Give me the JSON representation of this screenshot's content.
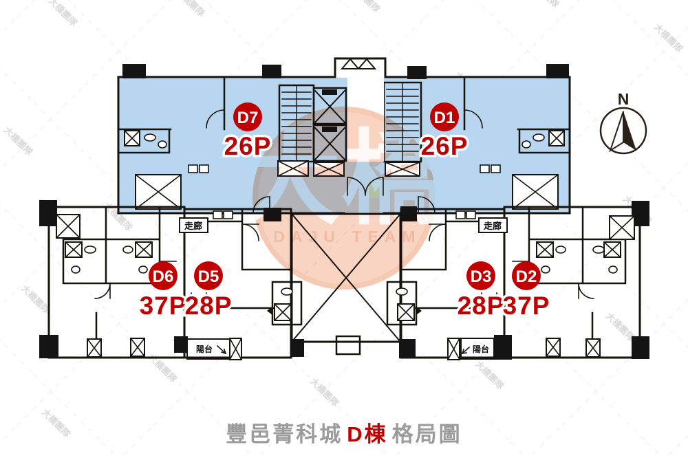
{
  "units": [
    {
      "id": "D7",
      "people": "26P"
    },
    {
      "id": "D1",
      "people": "26P"
    },
    {
      "id": "D6",
      "people": "37P"
    },
    {
      "id": "D5",
      "people": "28P"
    },
    {
      "id": "D3",
      "people": "28P"
    },
    {
      "id": "D2",
      "people": "37P"
    }
  ],
  "labels": {
    "corridor": "走廊",
    "balcony": "陽台"
  },
  "compass": {
    "north": "N"
  },
  "title": {
    "project": "豐邑菁科城",
    "building": "D棟",
    "suffix": "格局圖"
  },
  "watermark": {
    "text": "大橋團隊",
    "logo_main": "大橋",
    "logo_sub": "DAJU TEAM"
  },
  "colors": {
    "unit_blue": "#B8D6EF",
    "unit_blue_light": "#D8E9F8",
    "unit_yellow": "#F7F4C4",
    "stair_green": "#A6DA90",
    "elevator_magenta": "#E93AA2",
    "badge_red": "#C00000",
    "wall": "#17130E",
    "logo_orange": "#F3A988",
    "logo_yellow": "#F5CE55",
    "title_gray": "#9B9B9B"
  }
}
